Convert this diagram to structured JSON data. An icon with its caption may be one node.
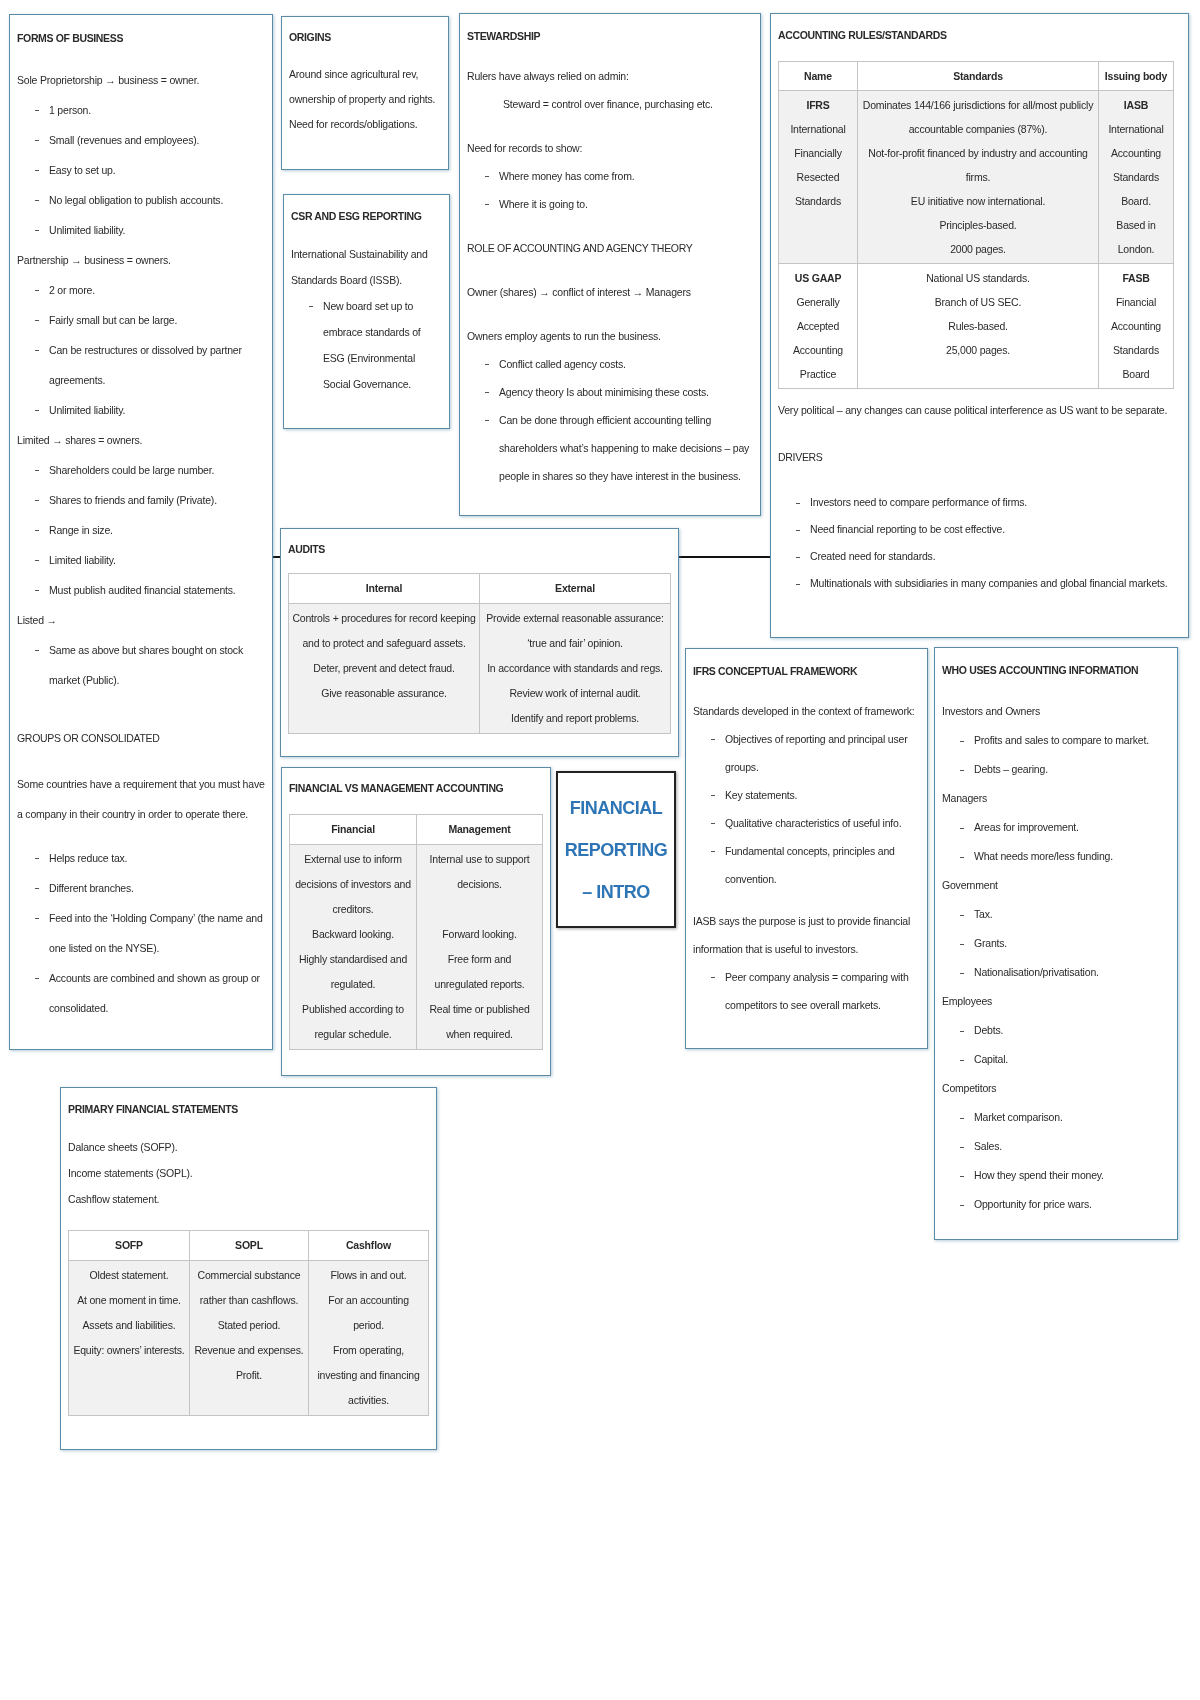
{
  "diagram": {
    "nodes": [
      {
        "text": [
          "FORMS OF BUSINESS",
          "Sole Proprietorship → business = owner.",
          "1 person.",
          "Small (revenues and employees).",
          "Easy to set up.",
          "No legal obligation to publish accounts.",
          "Unlimited liability.",
          "Partnership → business = owners.",
          "2 or more.",
          "Fairly small but can be large.",
          "Can be restructures or dissolved by partner agreements.",
          "Unlimited liability.",
          "Limited → shares = owners.",
          "Shareholders could be large number.",
          "Shares to friends and family (Private).",
          "Range in size.",
          "Limited liability.",
          "Must publish audited financial statements.",
          "Listed →",
          "Same as above but shares bought on stock market (Public).",
          "GROUPS OR CONSOLIDATED",
          "Some countries have a requirement that you must have a company in their country in order to operate there.",
          "Helps reduce tax.",
          "Different branches.",
          "Feed into the ‘Holding Company’ (the name and one listed on the NYSE).",
          "Accounts are combined and shown as group or consolidated."
        ]
      },
      {
        "text": [
          "ORIGINS",
          "Around since agricultural rev, ownership of property and rights.",
          "Need for records/obligations."
        ]
      },
      {
        "text": [
          "CSR AND ESG REPORTING",
          "International Sustainability and Standards Board (ISSB).",
          "New board set up to embrace standards of ESG (Environmental Social Governance."
        ]
      },
      {
        "text": [
          "STEWARDSHIP",
          "Rulers have always relied on admin:",
          "Steward = control over finance, purchasing etc.",
          "Need for records to show:",
          "Where money has come from.",
          "Where it is going to.",
          "ROLE OF ACCOUNTING AND AGENCY THEORY",
          "Owner (shares) → conflict of interest → Managers",
          "Owners employ agents to run the business.",
          "Conflict called agency costs.",
          "Agency theory Is about minimising these costs.",
          "Can be done through efficient accounting telling shareholders what’s happening to make decisions – pay people in shares so they have interest in the business."
        ]
      },
      {
        "text": [
          "ACCOUNTING RULES/STANDARDS",
          "Very political – any changes can cause political interference as US want to be separate.",
          "DRIVERS",
          "Investors need to compare performance of firms.",
          "Need financial reporting to be cost effective.",
          "Created need for standards.",
          "Multinationals with subsidiaries in many companies and global financial markets."
        ]
      },
      {
        "text": [
          "Name"
        ],
        "in": 4
      },
      {
        "text": [
          "Standards"
        ],
        "in": 4
      },
      {
        "text": [
          "Issuing body"
        ],
        "in": 4
      },
      {
        "text": [
          "IFRS",
          "International Financially Resected Standards"
        ],
        "in": 4
      },
      {
        "text": [
          "Dominates 144/166 jurisdictions for all/most publicly accountable companies (87%).",
          "Not-for-profit financed by industry and accounting firms.",
          "EU initiative now international.",
          "Principles-based.",
          "2000 pages."
        ],
        "in": 4
      },
      {
        "text": [
          "IASB",
          "International Accounting Standards Board.",
          "Based in London."
        ],
        "in": 4
      },
      {
        "text": [
          "US GAAP",
          "Generally Accepted Accounting Practice"
        ],
        "in": 4
      },
      {
        "text": [
          "National US standards.",
          "Branch of US SEC.",
          "Rules-based.",
          "25,000 pages."
        ],
        "in": 4
      },
      {
        "text": [
          "FASB",
          "Financial Accounting Standards Board"
        ],
        "in": 4
      },
      {
        "text": [
          "AUDITS"
        ]
      },
      {
        "text": [
          "Internal"
        ],
        "in": 14
      },
      {
        "text": [
          "External"
        ],
        "in": 14
      },
      {
        "text": [
          "Controls + procedures for record keeping and to protect and safeguard assets.",
          "Deter, prevent and detect fraud.",
          "Give reasonable assurance."
        ],
        "in": 14
      },
      {
        "text": [
          "Provide external reasonable assurance: ‘true and fair’ opinion.",
          "In accordance with standards and regs.",
          "Review work of internal audit.",
          "Identify and report problems."
        ],
        "in": 14
      },
      {
        "text": [
          "FINANCIAL VS MANAGEMENT ACCOUNTING"
        ]
      },
      {
        "text": [
          "Financial"
        ],
        "in": 19
      },
      {
        "text": [
          "Management"
        ],
        "in": 19
      },
      {
        "text": [
          "External use to inform decisions of investors and creditors.",
          "Backward looking.",
          "Highly standardised and regulated.",
          "Published according to regular schedule."
        ],
        "in": 19
      },
      {
        "text": [
          "Internal use to support decisions.",
          "Forward looking.",
          "Free form and unregulated reports.",
          "Real time or published when required."
        ],
        "in": 19
      },
      {
        "text": [
          "FINANCIAL REPORTING – INTRO"
        ]
      },
      {
        "text": [
          "IFRS CONCEPTUAL FRAMEWORK",
          "Standards developed in the context of framework:",
          "Objectives of reporting and principal user groups.",
          "Key statements.",
          "Qualitative characteristics of useful info.",
          "Fundamental concepts, principles and convention.",
          "IASB says the purpose is just to provide financial information that is useful to investors.",
          "Peer company analysis = comparing with competitors to see overall markets."
        ]
      },
      {
        "text": [
          "WHO USES ACCOUNTING INFORMATION",
          "Investors and Owners",
          "Profits and sales to compare to market.",
          "Debts – gearing.",
          "Managers",
          "Areas for improvement.",
          "What needs more/less funding.",
          "Government",
          "Tax.",
          "Grants.",
          "Nationalisation/privatisation.",
          "Employees",
          "Debts.",
          "Capital.",
          "Competitors",
          "Market comparison.",
          "Sales.",
          "How they spend their money.",
          "Opportunity for price wars."
        ]
      },
      {
        "text": [
          "PRIMARY FINANCIAL STATEMENTS",
          "Dalance sheets (SOFP).",
          "Income statements (SOPL).",
          "Cashflow statement."
        ]
      },
      {
        "text": [
          "SOFP"
        ],
        "in": 27
      },
      {
        "text": [
          "SOPL"
        ],
        "in": 27
      },
      {
        "text": [
          "Cashflow"
        ],
        "in": 27
      },
      {
        "text": [
          "Oldest statement.",
          "At one moment in time.",
          "Assets and liabilities.",
          "Equity: owners’ interests."
        ],
        "in": 27
      },
      {
        "text": [
          "Commercial substance rather than cashflows.",
          "Stated period.",
          "Revenue and expenses.",
          "Profit."
        ],
        "in": 27
      },
      {
        "text": [
          "Flows in and out.",
          "For an accounting period.",
          "From operating, investing and financing activities."
        ],
        "in": 27
      }
    ],
    "edges": [
      {
        "from": 0,
        "to": 14,
        "arrow": "none"
      },
      {
        "from": 14,
        "to": 4,
        "arrow": "none"
      }
    ]
  }
}
